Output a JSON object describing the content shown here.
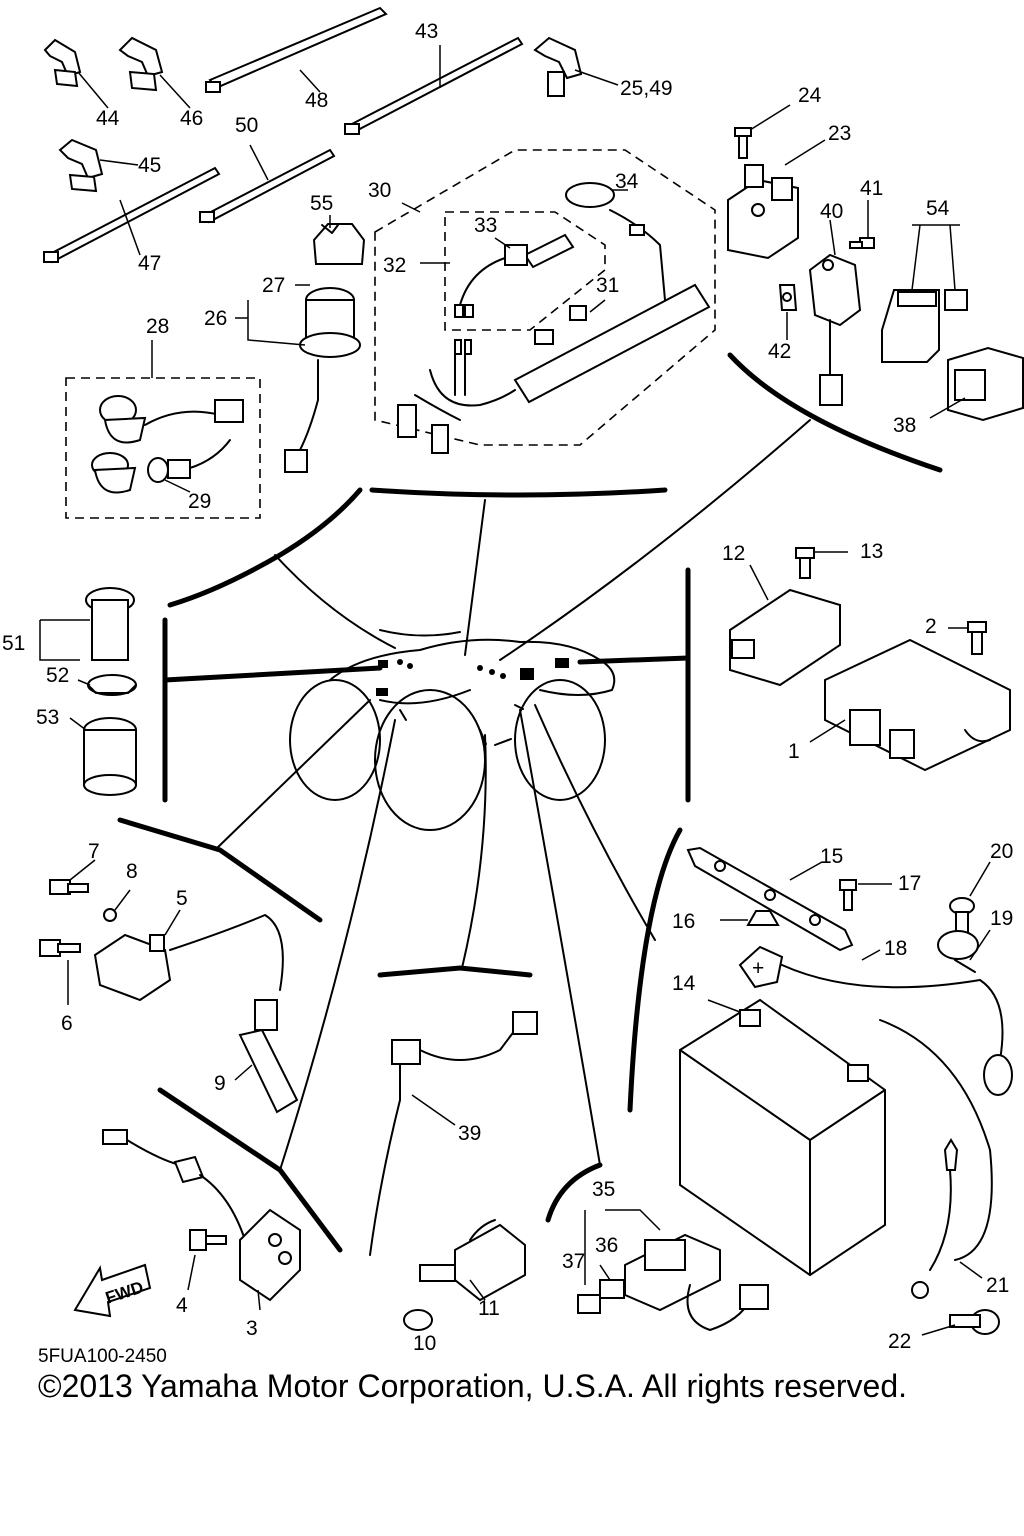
{
  "labels": {
    "p1": "1",
    "p2": "2",
    "p3": "3",
    "p4": "4",
    "p5": "5",
    "p6": "6",
    "p7": "7",
    "p8": "8",
    "p9": "9",
    "p10": "10",
    "p11": "11",
    "p12": "12",
    "p13": "13",
    "p14": "14",
    "p15": "15",
    "p16": "16",
    "p17": "17",
    "p18": "18",
    "p19": "19",
    "p20": "20",
    "p21": "21",
    "p22": "22",
    "p23": "23",
    "p24": "24",
    "p25_49": "25,49",
    "p26": "26",
    "p27": "27",
    "p28": "28",
    "p29": "29",
    "p30": "30",
    "p31": "31",
    "p32": "32",
    "p33": "33",
    "p34": "34",
    "p35": "35",
    "p36": "36",
    "p37": "37",
    "p38": "38",
    "p39": "39",
    "p40": "40",
    "p41": "41",
    "p42": "42",
    "p43": "43",
    "p44": "44",
    "p45": "45",
    "p46": "46",
    "p47": "47",
    "p48": "48",
    "p50": "50",
    "p51": "51",
    "p52": "52",
    "p53": "53",
    "p54": "54",
    "p55": "55"
  },
  "fwd_label": "FWD",
  "diagram_code": "5FUA100-2450",
  "copyright": "©2013 Yamaha Motor Corporation, U.S.A. All rights reserved."
}
